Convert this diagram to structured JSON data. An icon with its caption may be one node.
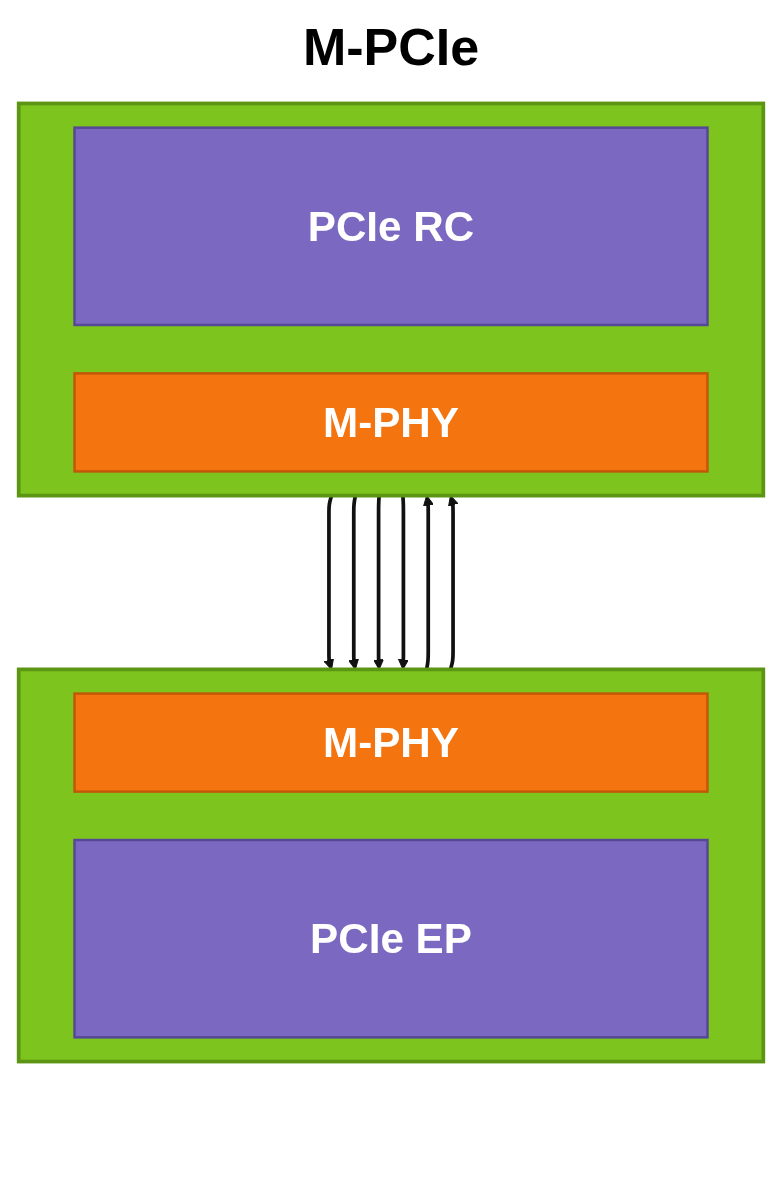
{
  "diagram": {
    "title": "M-PCIe",
    "nodes": [
      {
        "text": [],
        "shape": "box"
      },
      {
        "text": [
          "PCIe RC"
        ],
        "in": 0
      },
      {
        "text": [
          "M-PHY"
        ],
        "in": 0
      },
      {
        "text": [],
        "shape": "box"
      },
      {
        "text": [
          "M-PHY"
        ],
        "in": 3
      },
      {
        "text": [
          "PCIe EP"
        ],
        "in": 3
      }
    ],
    "edges": [
      {
        "from": 3,
        "to": 0,
        "arrow": "to"
      },
      {
        "from": 3,
        "to": 0,
        "arrow": "to"
      },
      {
        "from": 0,
        "to": 3,
        "arrow": "to"
      },
      {
        "from": 0,
        "to": 3,
        "arrow": "to"
      },
      {
        "from": 0,
        "to": 3,
        "arrow": "to"
      },
      {
        "from": 0,
        "to": 3,
        "arrow": "to"
      }
    ]
  }
}
